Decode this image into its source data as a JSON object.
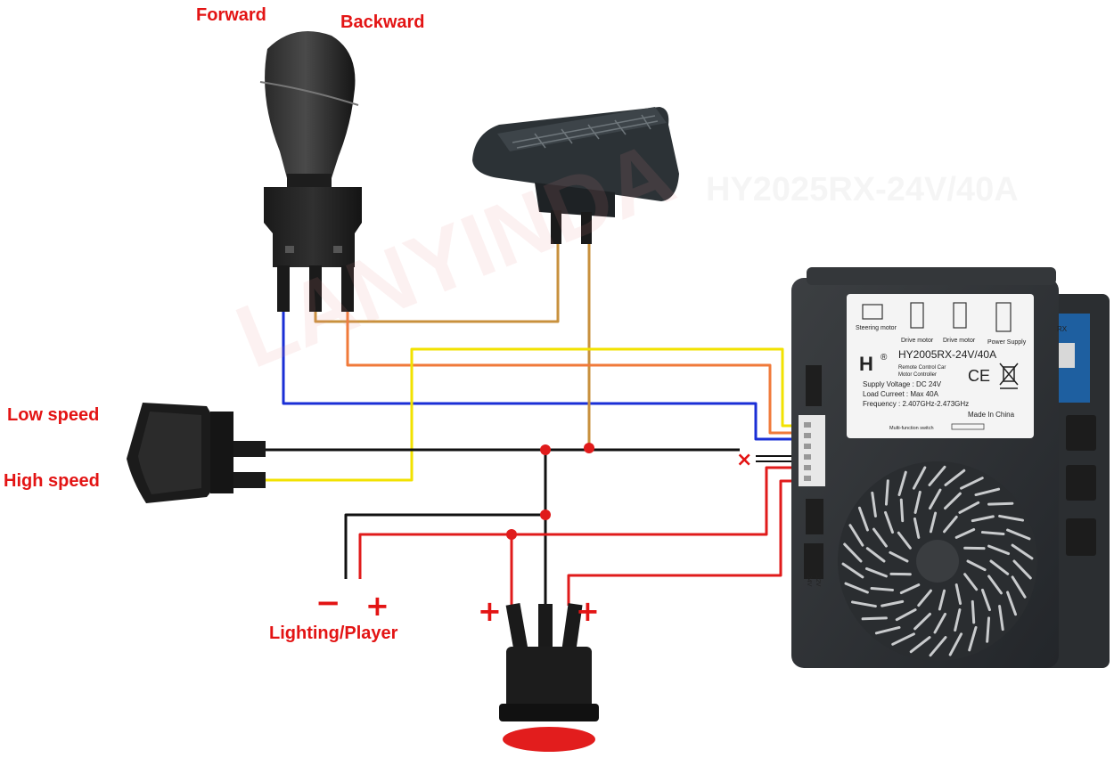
{
  "labels": {
    "forward": "Forward",
    "backward": "Backward",
    "low_speed": "Low speed",
    "high_speed": "High speed",
    "lighting_player": "Lighting/Player",
    "minus": "−",
    "plus": "+",
    "cross": "×"
  },
  "watermarks": {
    "brand": "LANYINDA",
    "model": "HY2025RX-24V/40A"
  },
  "controller": {
    "model": "HY2005RX-24V/40A",
    "subtitle_1": "Remote Control Car",
    "subtitle_2": "Motor Controller",
    "supply_voltage": "Supply Voltage : DC 24V",
    "load_current": "Load Curreet : Max 40A",
    "frequency": "Frequency : 2.407GHz-2.473GHz",
    "made_in": "Made In China",
    "switch_label": "Multi-function switch",
    "icons": [
      "Steering motor",
      "Drive motor",
      "Drive motor",
      "Power Supply"
    ],
    "ce_mark": "CE",
    "registered": "®",
    "side_label_1": "12V",
    "side_label_2": "24V",
    "side_label_3": "RX"
  },
  "wire_colors": {
    "black": "#111111",
    "red": "#e01b1b",
    "yellow": "#f2e200",
    "blue": "#1a2fd6",
    "orange": "#f07a3a",
    "brown": "#c8913d"
  }
}
